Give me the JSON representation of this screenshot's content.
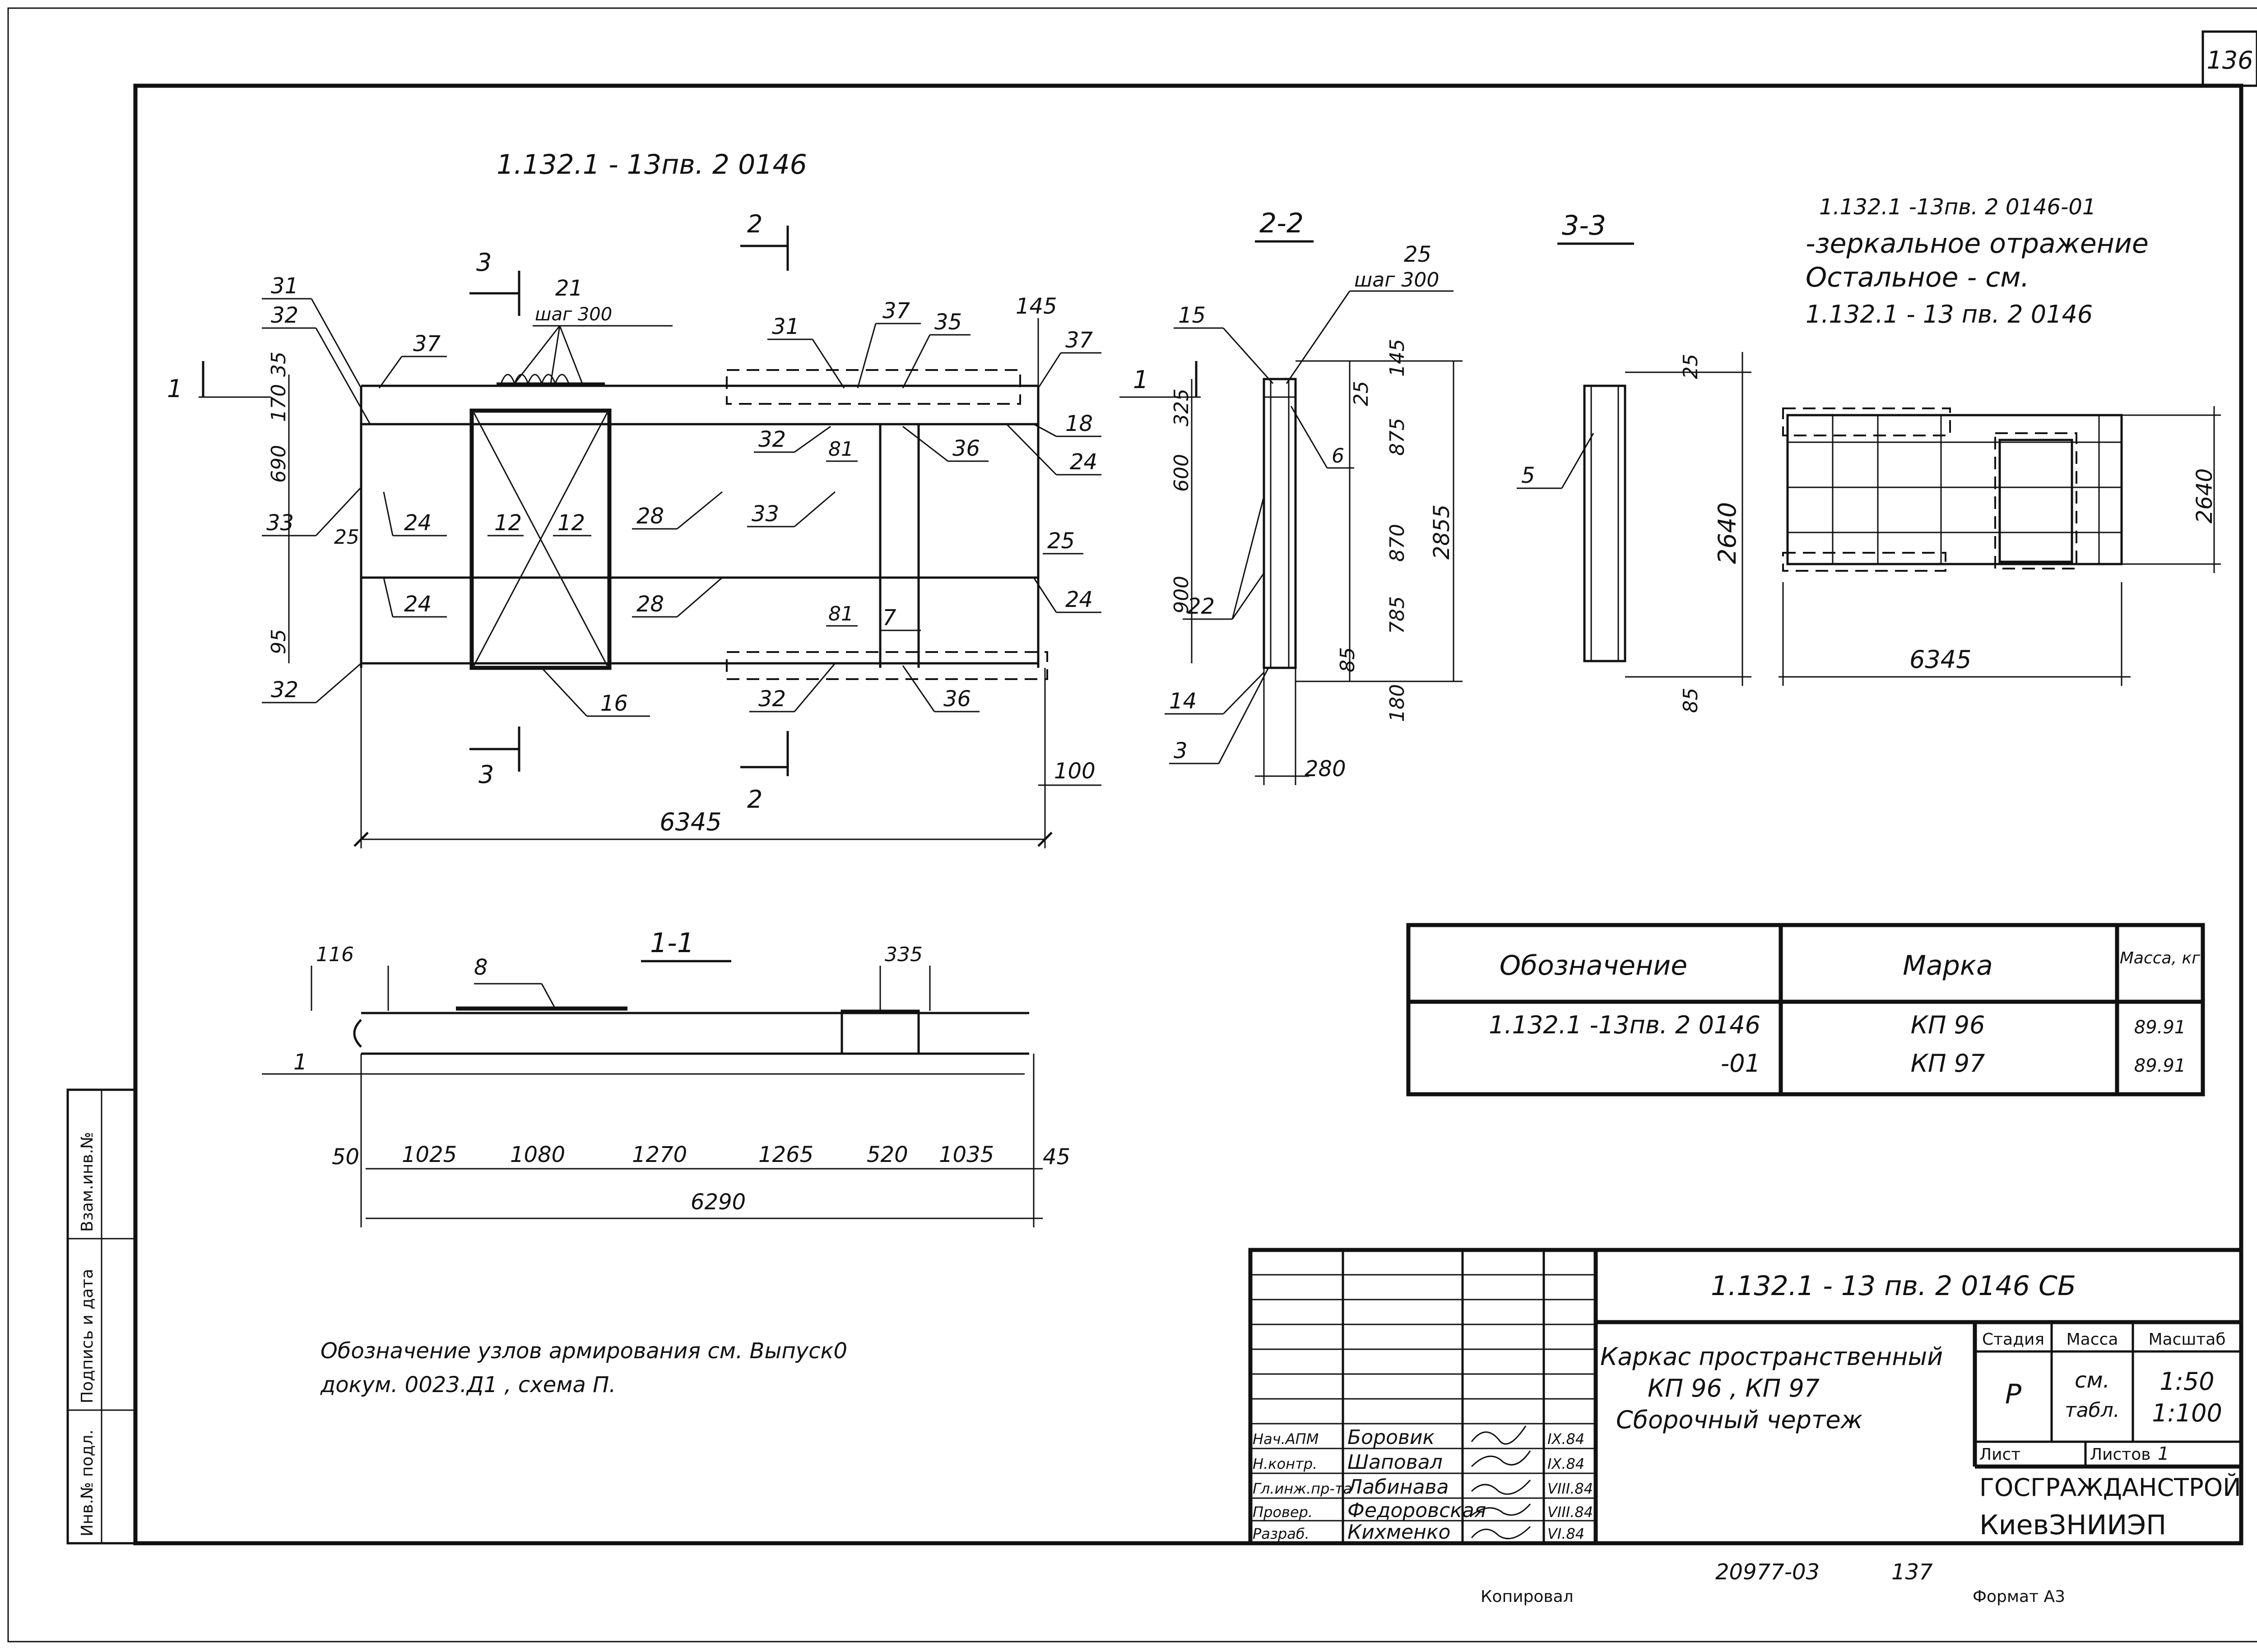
{
  "sheet_number": "136",
  "drawing_code": "1.132.1 - 13пв. 2  0146",
  "mirror_note": {
    "line1": "1.132.1 -13пв. 2 0146-01",
    "line2": "-зеркальное отражение",
    "line3": "Остальное - см.",
    "line4": "1.132.1 - 13 пв. 2 0146"
  },
  "section_labels": {
    "s22": "2-2",
    "s33": "3-3",
    "s11": "1-1"
  },
  "cut_marks": {
    "c1": "1",
    "c2": "2",
    "c3": "3"
  },
  "main_view": {
    "callouts": [
      "31",
      "32",
      "37",
      "21",
      "шаг 300",
      "31",
      "37",
      "35",
      "145",
      "37",
      "18",
      "24",
      "36",
      "32",
      "81",
      "33",
      "28",
      "24",
      "12",
      "12",
      "33",
      "24",
      "28",
      "81",
      "7",
      "25",
      "24",
      "32",
      "16",
      "32",
      "36",
      "100"
    ],
    "left_dims": [
      "35",
      "170",
      "690",
      "25",
      "95"
    ],
    "overall": "6345"
  },
  "view_22": {
    "callouts": [
      "25",
      "шаг 300",
      "15",
      "6",
      "22",
      "14",
      "3",
      "280"
    ],
    "left_dims": [
      "325",
      "600",
      "900"
    ],
    "right_dims": [
      "145",
      "25",
      "875",
      "870",
      "785",
      "85",
      "180"
    ],
    "total": "2855"
  },
  "view_33": {
    "callout": "5",
    "top": "25",
    "height": "2640",
    "bottom": "85"
  },
  "side_view": {
    "height": "2640",
    "length": "6345"
  },
  "section_11": {
    "top_dims": [
      "116",
      "335"
    ],
    "callouts": [
      "8",
      "1"
    ],
    "chain": [
      "50",
      "1025",
      "1080",
      "1270",
      "1265",
      "520",
      "1035",
      "45"
    ],
    "total": "6290"
  },
  "spec_table": {
    "headers": [
      "Обозначение",
      "Марка",
      "Масса, кг"
    ],
    "rows": [
      {
        "designation": "1.132.1 -13пв. 2  0146",
        "mark": "КП 96",
        "mass": "89.91"
      },
      {
        "designation": "-01",
        "mark": "КП 97",
        "mass": "89.91"
      }
    ]
  },
  "note": {
    "line1": "Обозначение  узлов армирования  см. Выпуск0",
    "line2": "докум.  0023.Д1 , схема  П."
  },
  "left_strip": [
    "Взам.инв.№",
    "Подпись и дата",
    "Инв.№ подл."
  ],
  "title_block": {
    "code": "1.132.1 - 13 пв. 2    0146 СБ",
    "title_line1": "Каркас пространственный",
    "title_line2": "КП 96 , КП 97",
    "title_line3": "Сборочный  чертеж",
    "stage_hdr": "Стадия",
    "mass_hdr": "Масса",
    "scale_hdr": "Масштаб",
    "stage_val": "Р",
    "mass_val1": "см.",
    "mass_val2": "табл.",
    "scale_val1": "1:50",
    "scale_val2": "1:100",
    "sheet_hdr": "Лист",
    "sheets_hdr": "Листов",
    "sheets_val": "1",
    "org1": "ГОСГРАЖДАНСТРОЙ",
    "org2": "КиевЗНИИЭП",
    "signatures": [
      {
        "role": "Нач.АПМ",
        "name": "Боровик",
        "date": "IX.84"
      },
      {
        "role": "Н.контр.",
        "name": "Шаповал",
        "date": "IX.84"
      },
      {
        "role": "Гл.инж.пр-та",
        "name": "Лабинава",
        "date": "VIII.84"
      },
      {
        "role": "Провер.",
        "name": "Федоровская",
        "date": "VIII.84"
      },
      {
        "role": "Разраб.",
        "name": "Кихменко",
        "date": "VI.84"
      }
    ]
  },
  "footer": {
    "archive": "20977-03",
    "page": "137",
    "copied": "Копировал",
    "format": "Формат А3"
  }
}
